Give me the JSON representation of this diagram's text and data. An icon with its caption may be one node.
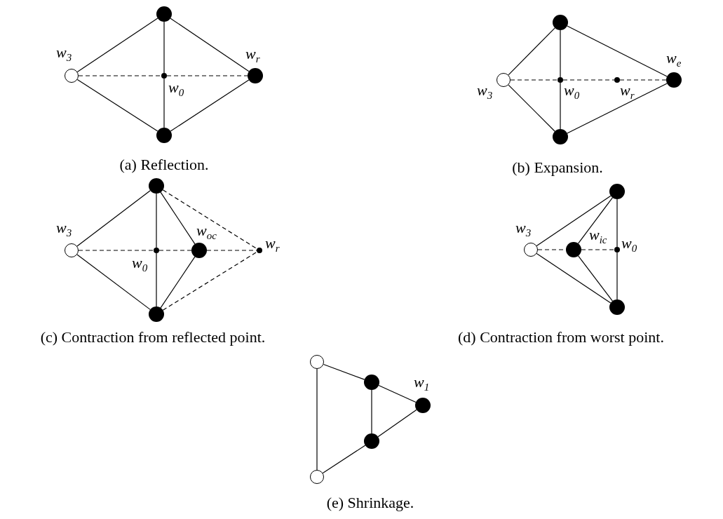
{
  "diagram": {
    "nodes": [
      {
        "text": [],
        "shape": "circle"
      },
      {
        "text": [],
        "shape": "circle",
        "beside": [
          "w$_{3}$"
        ]
      },
      {
        "text": [],
        "shape": "circle",
        "beside": [
          "w$_{0}$"
        ]
      },
      {
        "text": [],
        "shape": "circle",
        "beside": [
          "w$_{r}$"
        ]
      },
      {
        "text": [],
        "shape": "circle"
      },
      {
        "text": [],
        "shape": "circle"
      },
      {
        "text": [],
        "shape": "circle",
        "beside": [
          "w$_{3}$"
        ]
      },
      {
        "text": [],
        "shape": "circle",
        "beside": [
          "w$_{0}$"
        ]
      },
      {
        "text": [],
        "shape": "circle",
        "beside": [
          "w$_{r}$"
        ]
      },
      {
        "text": [],
        "shape": "circle",
        "beside": [
          "w$_{e}$"
        ]
      },
      {
        "text": [],
        "shape": "circle"
      },
      {
        "text": [],
        "shape": "circle"
      },
      {
        "text": [],
        "shape": "circle",
        "beside": [
          "w$_{3}$"
        ]
      },
      {
        "text": [],
        "shape": "circle",
        "beside": [
          "w$_{0}$"
        ]
      },
      {
        "text": [],
        "shape": "circle",
        "beside": [
          "w$_{oc}$"
        ]
      },
      {
        "text": [],
        "shape": "circle",
        "beside": [
          "w$_{r}$"
        ]
      },
      {
        "text": [],
        "shape": "circle"
      },
      {
        "text": [],
        "shape": "circle"
      },
      {
        "text": [],
        "shape": "circle",
        "beside": [
          "w$_{3}$"
        ]
      },
      {
        "text": [],
        "shape": "circle",
        "beside": [
          "w$_{ic}$"
        ]
      },
      {
        "text": [],
        "shape": "circle",
        "beside": [
          "w$_{0}$"
        ]
      },
      {
        "text": [],
        "shape": "circle"
      },
      {
        "text": [],
        "shape": "circle"
      },
      {
        "text": [],
        "shape": "circle"
      },
      {
        "text": [],
        "shape": "circle",
        "beside": [
          "w$_{1}$"
        ]
      },
      {
        "text": [],
        "shape": "circle"
      },
      {
        "text": [],
        "shape": "circle"
      }
    ],
    "edges": [
      {
        "from": 1,
        "to": 0,
        "arrow": "none"
      },
      {
        "from": 1,
        "to": 4,
        "arrow": "none"
      },
      {
        "from": 0,
        "to": 3,
        "arrow": "none"
      },
      {
        "from": 4,
        "to": 3,
        "arrow": "none"
      },
      {
        "from": 0,
        "to": 2,
        "arrow": "none"
      },
      {
        "from": 2,
        "to": 4,
        "arrow": "none"
      },
      {
        "from": 1,
        "to": 2,
        "arrow": "none",
        "style": "dashed"
      },
      {
        "from": 2,
        "to": 3,
        "arrow": "none",
        "style": "dashed"
      },
      {
        "from": 6,
        "to": 5,
        "arrow": "none"
      },
      {
        "from": 6,
        "to": 10,
        "arrow": "none"
      },
      {
        "from": 5,
        "to": 9,
        "arrow": "none"
      },
      {
        "from": 10,
        "to": 9,
        "arrow": "none"
      },
      {
        "from": 5,
        "to": 7,
        "arrow": "none"
      },
      {
        "from": 7,
        "to": 10,
        "arrow": "none"
      },
      {
        "from": 6,
        "to": 7,
        "arrow": "none",
        "style": "dashed"
      },
      {
        "from": 7,
        "to": 8,
        "arrow": "none",
        "style": "dashed"
      },
      {
        "from": 8,
        "to": 9,
        "arrow": "none",
        "style": "dashed"
      },
      {
        "from": 12,
        "to": 11,
        "arrow": "none"
      },
      {
        "from": 12,
        "to": 16,
        "arrow": "none"
      },
      {
        "from": 11,
        "to": 13,
        "arrow": "none"
      },
      {
        "from": 13,
        "to": 16,
        "arrow": "none"
      },
      {
        "from": 11,
        "to": 14,
        "arrow": "none"
      },
      {
        "from": 14,
        "to": 16,
        "arrow": "none"
      },
      {
        "from": 11,
        "to": 15,
        "arrow": "none",
        "style": "dashed"
      },
      {
        "from": 16,
        "to": 15,
        "arrow": "none",
        "style": "dashed"
      },
      {
        "from": 12,
        "to": 13,
        "arrow": "none",
        "style": "dashed"
      },
      {
        "from": 13,
        "to": 14,
        "arrow": "none",
        "style": "dashed"
      },
      {
        "from": 14,
        "to": 15,
        "arrow": "none",
        "style": "dashed"
      },
      {
        "from": 18,
        "to": 17,
        "arrow": "none"
      },
      {
        "from": 18,
        "to": 21,
        "arrow": "none"
      },
      {
        "from": 17,
        "to": 19,
        "arrow": "none"
      },
      {
        "from": 19,
        "to": 21,
        "arrow": "none"
      },
      {
        "from": 17,
        "to": 20,
        "arrow": "none"
      },
      {
        "from": 20,
        "to": 21,
        "arrow": "none"
      },
      {
        "from": 18,
        "to": 19,
        "arrow": "none",
        "style": "dashed"
      },
      {
        "from": 19,
        "to": 20,
        "arrow": "none",
        "style": "dashed"
      },
      {
        "from": 22,
        "to": 26,
        "arrow": "none"
      },
      {
        "from": 22,
        "to": 23,
        "arrow": "none"
      },
      {
        "from": 23,
        "to": 24,
        "arrow": "none"
      },
      {
        "from": 26,
        "to": 25,
        "arrow": "none"
      },
      {
        "from": 25,
        "to": 24,
        "arrow": "none"
      },
      {
        "from": 23,
        "to": 25,
        "arrow": "none"
      }
    ],
    "labels": [
      "(a) Reflection.",
      "(b) Expansion.",
      "(c) Contraction from reflected point.",
      "(d) Contraction from worst point.",
      "(e) Shrinkage."
    ]
  }
}
